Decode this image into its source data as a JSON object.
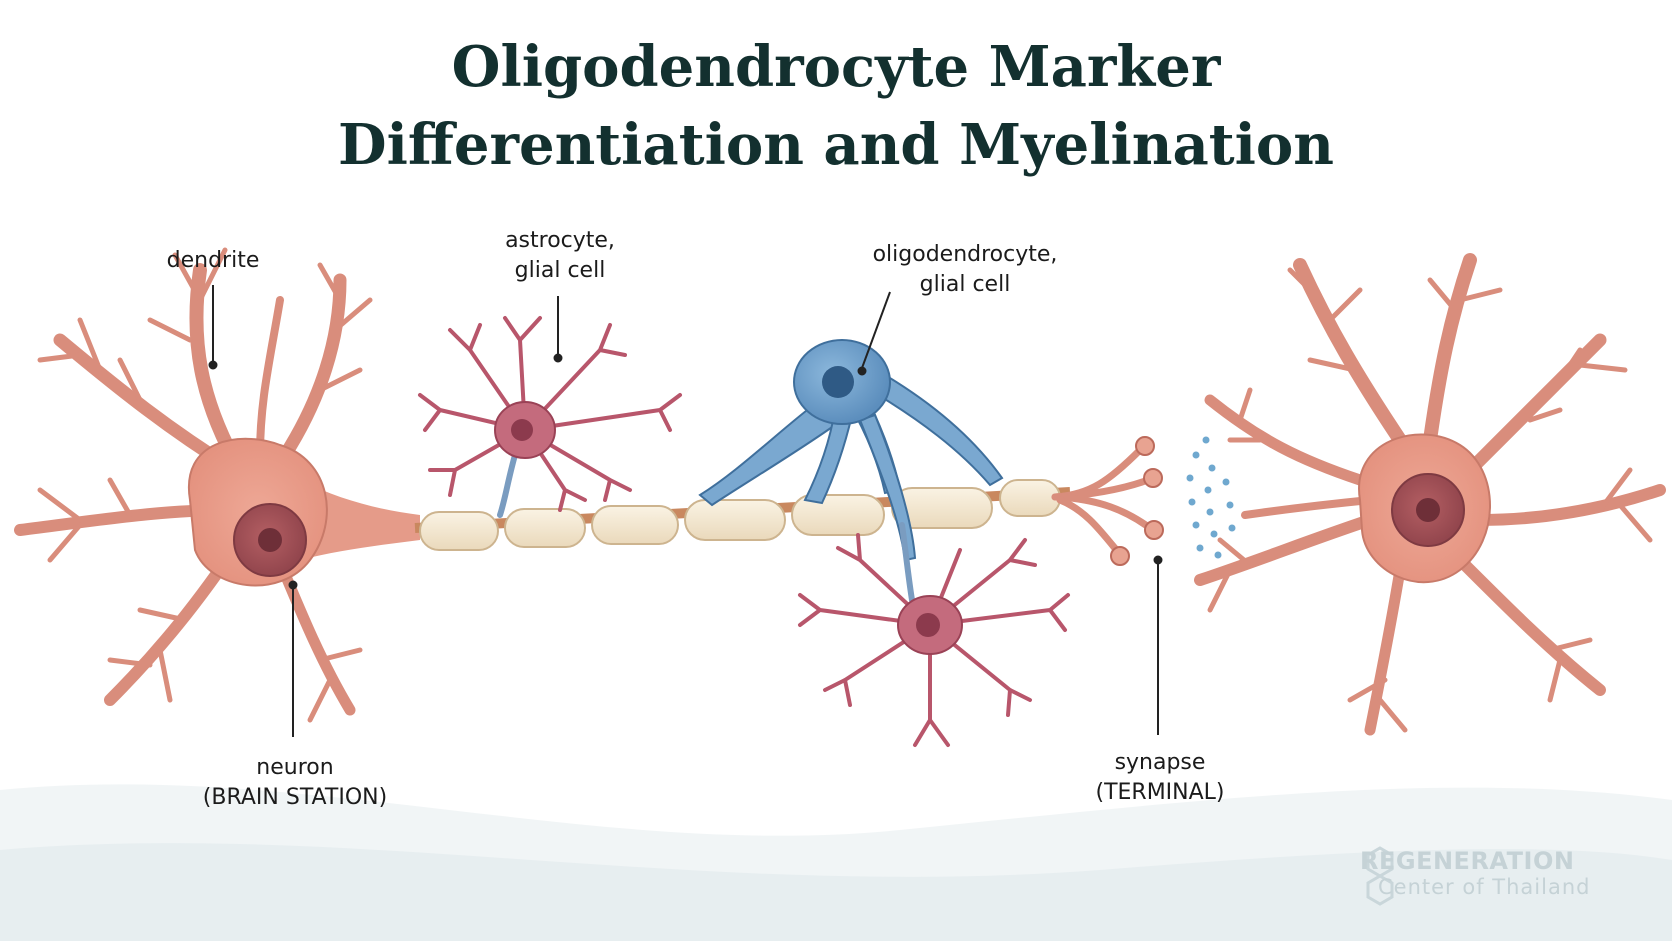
{
  "title": {
    "line1": "Oligodendrocyte Marker",
    "line2": "Differentiation and Myelination"
  },
  "labels": {
    "dendrite": "dendrite",
    "astrocyte_l1": "astrocyte,",
    "astrocyte_l2": "glial cell",
    "oligo_l1": "oligodendrocyte,",
    "oligo_l2": "glial cell",
    "neuron_l1": "neuron",
    "neuron_l2": "(BRAIN STATION)",
    "synapse_l1": "synapse",
    "synapse_l2": "(TERMINAL)"
  },
  "watermark": {
    "line1": "REGENERATION",
    "line2": "Center of Thailand"
  },
  "colors": {
    "neuron": "#e9a291",
    "neuron_stroke": "#bc6a5b",
    "nucleus": "#a8555a",
    "astrocyte": "#b8566b",
    "oligodendrocyte": "#6e9fc9",
    "myelin": "#f3e6cf",
    "title": "#13302f"
  }
}
